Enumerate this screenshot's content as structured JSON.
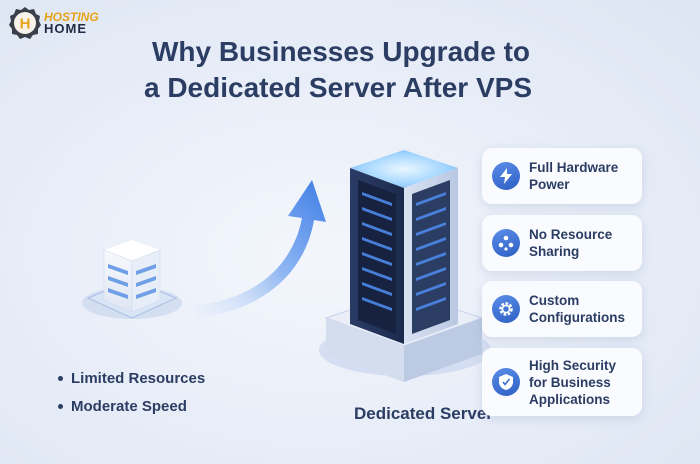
{
  "brand": {
    "line1": "HOSTING",
    "line2": "HOME",
    "badge_letter": "H"
  },
  "title": {
    "line1": "Why Businesses Upgrade to",
    "line2": "a Dedicated Server After VPS"
  },
  "vps": {
    "features": [
      "Limited Resources",
      "Moderate Speed"
    ]
  },
  "dedicated": {
    "label": "Dedicated Server"
  },
  "benefits": [
    {
      "icon": "lightning-icon",
      "label": "Full Hardware\nPower"
    },
    {
      "icon": "nodes-icon",
      "label": "No Resource\nSharing"
    },
    {
      "icon": "gear-icon",
      "label": "Custom\nConfigurations"
    },
    {
      "icon": "shield-icon",
      "label": "High Security\nfor Business\nApplications"
    }
  ],
  "colors": {
    "title": "#2b3d63",
    "accent": "#3a6fd8",
    "brand_gold": "#e8a21a"
  }
}
